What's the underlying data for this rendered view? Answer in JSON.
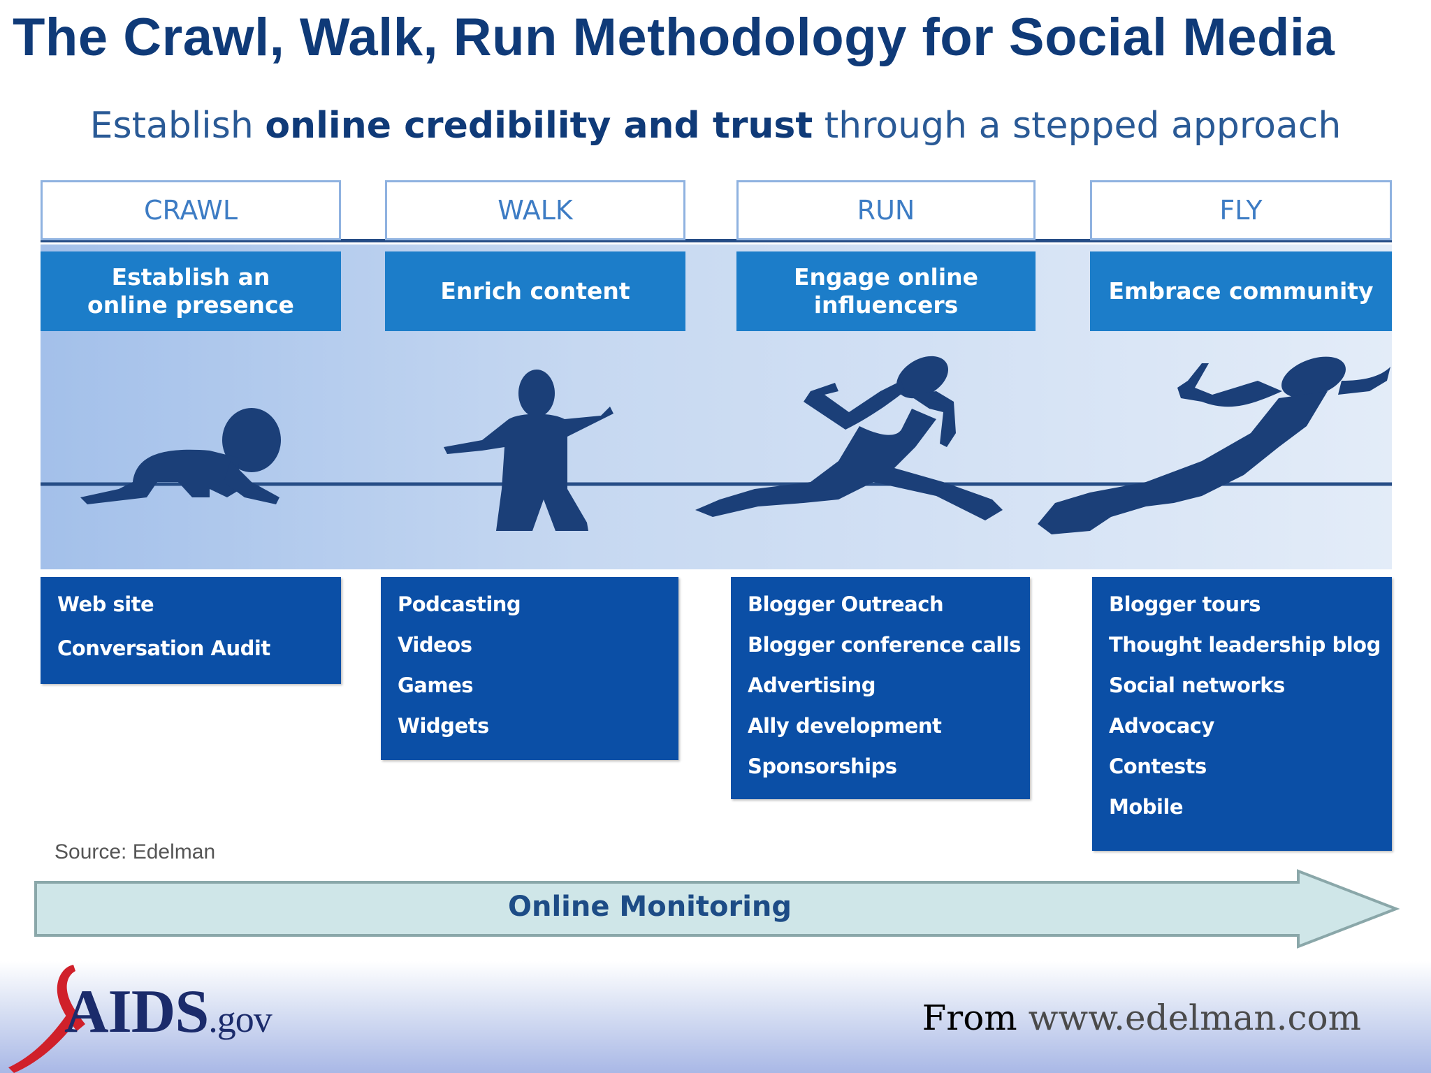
{
  "title": "The Crawl, Walk, Run Methodology for Social Media",
  "subtitle": {
    "part1": "Establish ",
    "bold": "online credibility and trust",
    "part2": " through a stepped approach"
  },
  "stages": [
    {
      "name": "CRAWL",
      "goal": "Establish an\nonline presence",
      "tactics": [
        "Web site",
        "Conversation Audit"
      ]
    },
    {
      "name": "WALK",
      "goal": "Enrich content",
      "tactics": [
        "Podcasting",
        "Videos",
        "Games",
        "Widgets"
      ]
    },
    {
      "name": "RUN",
      "goal": "Engage online\ninfluencers",
      "tactics": [
        "Blogger Outreach",
        "Blogger conference calls",
        "Advertising",
        "Ally development",
        "Sponsorships"
      ]
    },
    {
      "name": "FLY",
      "goal": "Embrace community",
      "tactics": [
        "Blogger tours",
        "Thought leadership blog",
        "Social networks",
        "Advocacy",
        "Contests",
        "Mobile"
      ]
    }
  ],
  "source": "Source: Edelman",
  "arrow_label": "Online Monitoring",
  "logo": {
    "main": "AIDS",
    "suffix": ".gov"
  },
  "credit": {
    "prefix": "From ",
    "url": "www.edelman.com"
  },
  "icons": [
    "crawling-baby-icon",
    "walking-child-icon",
    "running-person-icon",
    "flying-person-icon",
    "red-ribbon-icon"
  ],
  "colors": {
    "title": "#0f3a78",
    "stage_goal": "#1c7dc9",
    "tactic_box": "#0b4fa6",
    "silhouette": "#1b3f78",
    "arrow": "#cfe6e8",
    "ribbon": "#d0202a"
  }
}
